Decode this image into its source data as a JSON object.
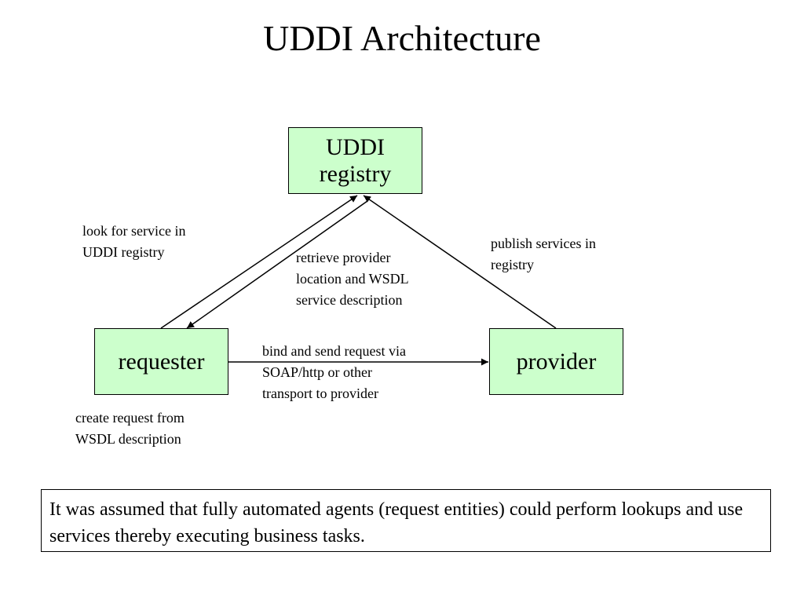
{
  "title": "UDDI Architecture",
  "nodes": {
    "registry": "UDDI\nregistry",
    "requester": "requester",
    "provider": "provider"
  },
  "edge_labels": {
    "lookup": "look for service in\nUDDI registry",
    "retrieve": "retrieve provider\nlocation and WSDL\nservice description",
    "publish": "publish services in\nregistry",
    "bind": "bind and send request via\nSOAP/http or other\ntransport to provider",
    "create": "create request from\nWSDL description"
  },
  "note": "It was assumed that fully automated agents (request entities) could perform lookups and use services thereby executing business tasks.",
  "colors": {
    "node_fill": "#ccffcc",
    "line": "#000000"
  }
}
